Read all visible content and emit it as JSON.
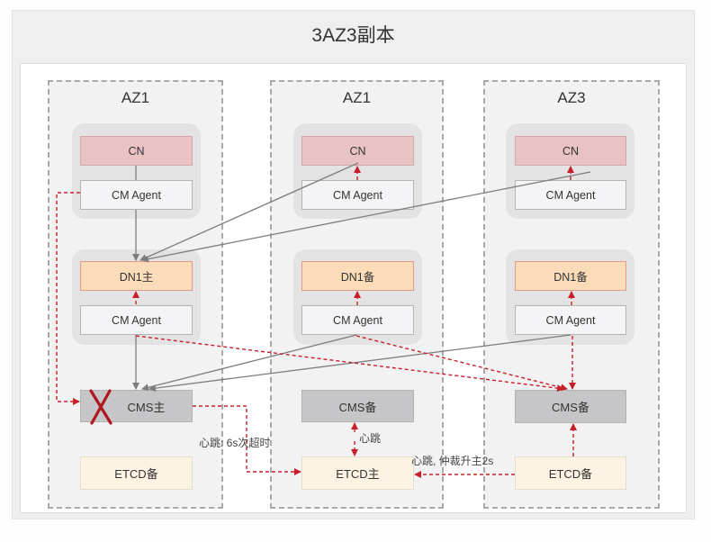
{
  "title": "3AZ3副本",
  "colors": {
    "cn": "#e9c2c4",
    "dn": "#fbdcb8",
    "agent": "#f4f4f6",
    "cms": "#c6c6c8",
    "etcd": "#fdf3e3",
    "failure_mark": "#b0161e",
    "dashed_arrow": "#c8202a",
    "solid_arrow": "#7d7d7d"
  },
  "zones": [
    {
      "label": "AZ1",
      "cn": "CN",
      "cn_agent": "CM Agent",
      "dn": "DN1主",
      "dn_agent": "CM Agent",
      "cms": "CMS主",
      "cms_failed": true,
      "etcd": "ETCD备"
    },
    {
      "label": "AZ1",
      "cn": "CN",
      "cn_agent": "CM Agent",
      "dn": "DN1备",
      "dn_agent": "CM Agent",
      "cms": "CMS备",
      "cms_failed": false,
      "etcd": "ETCD主"
    },
    {
      "label": "AZ3",
      "cn": "CN",
      "cn_agent": "CM Agent",
      "dn": "DN1备",
      "dn_agent": "CM Agent",
      "cms": "CMS备",
      "cms_failed": false,
      "etcd": "ETCD备"
    }
  ],
  "annotations": {
    "cms_timeout": "心跳: 6s次超时",
    "cms_heartbeat": "心跳",
    "etcd_arbitration": "心跳, 仲裁升主2s"
  },
  "icons": {
    "failure": "x-mark-icon"
  }
}
